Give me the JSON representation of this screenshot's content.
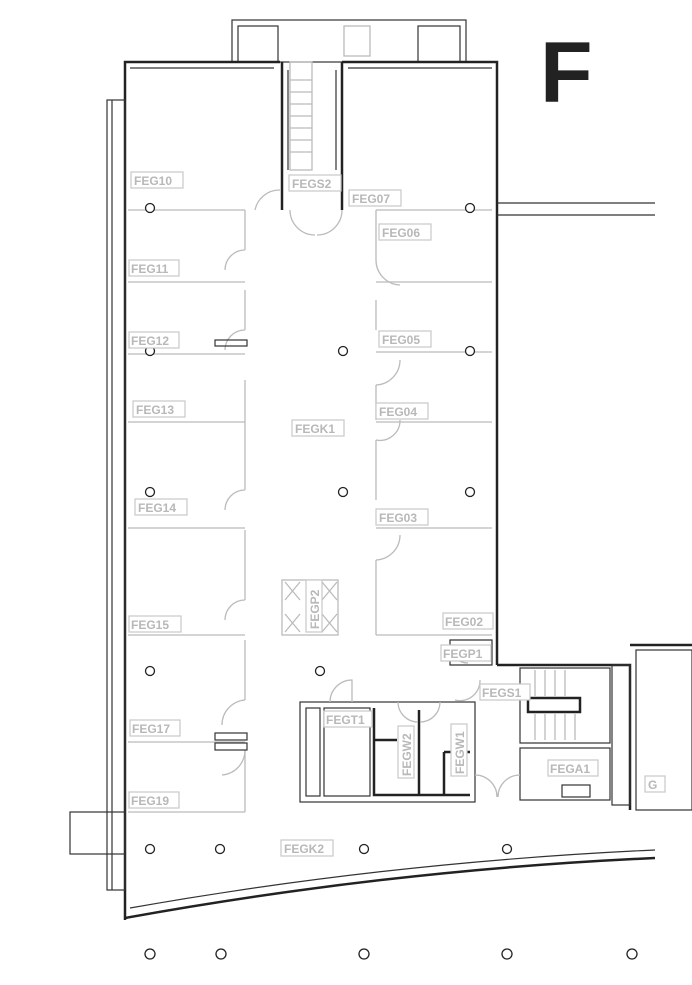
{
  "building_letter": "F",
  "rooms": [
    "FEG10",
    "FEGS2",
    "FEG07",
    "FEG06",
    "FEG11",
    "FEG12",
    "FEG05",
    "FEG13",
    "FEGK1",
    "FEG04",
    "FEG14",
    "FEG03",
    "FEGP2",
    "FEG15",
    "FEG02",
    "FEGP1",
    "FEGS1",
    "FEGT1",
    "FEGW2",
    "FEGW1",
    "FEG17",
    "FEGA1",
    "FEG19",
    "FEGK2",
    "G"
  ]
}
